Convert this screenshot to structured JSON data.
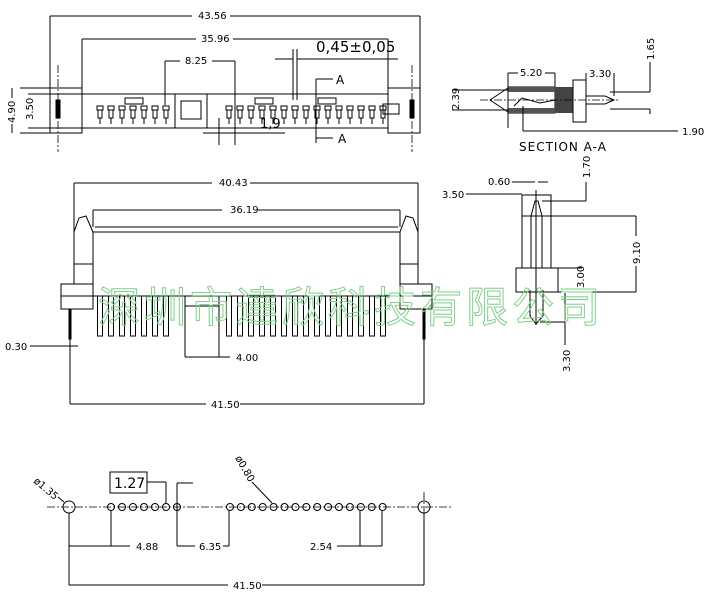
{
  "watermark": "深圳市達欣科技有限公司",
  "top_view": {
    "overall_width": "43.56",
    "inner_width": "35.96",
    "group_offset": "8.25",
    "pin_thickness": "0,45±0,05",
    "height_outer": "4.90",
    "height_inner": "3.50",
    "pitch_label": "1,9",
    "section_mark": "A",
    "left_pin_count": 7,
    "right_pin_count": 15
  },
  "section": {
    "title": "SECTION A-A",
    "body_length": "5.20",
    "tail_length": "3.30",
    "tail_height": "1.65",
    "body_height": "2.39",
    "contact_offset": "1.90"
  },
  "side_view": {
    "width": "3.50",
    "slot": "0.60",
    "top": "1.70",
    "height": "9.10",
    "flange": "3.00",
    "pin_length": "3.30"
  },
  "front_view": {
    "outer_width": "40.43",
    "inner_width": "36.19",
    "pin_width": "0.30",
    "key_gap": "4.00",
    "post_spacing": "41.50"
  },
  "footprint": {
    "mount_hole": "ø1.35",
    "pin_hole": "ø0.80",
    "pitch_box": "1.27",
    "first_pin": "4.88",
    "gap": "6.35",
    "row_pitch": "2.54",
    "post_spacing": "41.50"
  }
}
